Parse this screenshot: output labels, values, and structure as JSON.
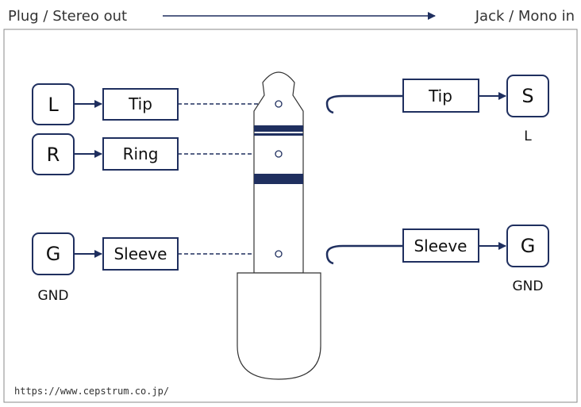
{
  "header": {
    "left": "Plug / Stereo out",
    "right": "Jack / Mono in"
  },
  "plug": {
    "signals": [
      {
        "symbol": "L",
        "conductor": "Tip",
        "sublabel": ""
      },
      {
        "symbol": "R",
        "conductor": "Ring",
        "sublabel": ""
      },
      {
        "symbol": "G",
        "conductor": "Sleeve",
        "sublabel": "GND"
      }
    ]
  },
  "jack": {
    "signals": [
      {
        "symbol": "S",
        "conductor": "Tip",
        "sublabel": "L"
      },
      {
        "symbol": "G",
        "conductor": "Sleeve",
        "sublabel": "GND"
      }
    ]
  },
  "footer": {
    "url": "https://www.cepstrum.co.jp/"
  },
  "colors": {
    "navy": "#1f2f5f",
    "frame": "#888888",
    "text": "#111111"
  }
}
